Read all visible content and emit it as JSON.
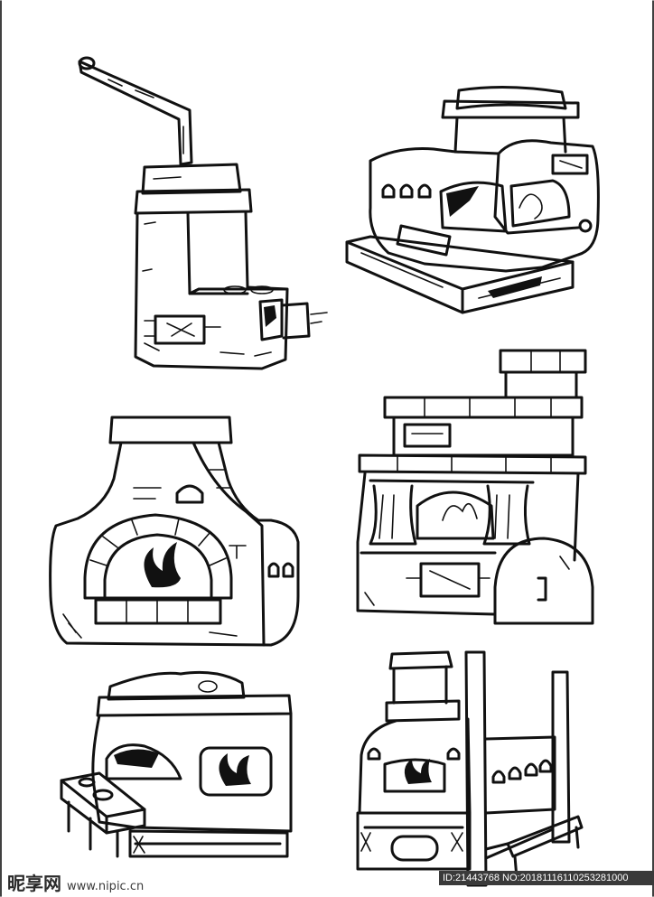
{
  "watermark": {
    "logo_text": "昵享网",
    "site_url": "www.nipic.cn",
    "id_text": "ID:21443768 NO:20181116110253281000"
  },
  "colors": {
    "ink": "#111111",
    "background": "#ffffff",
    "watermark_band": "#3a3a3a"
  },
  "illustration": {
    "subject": "six hand-drawn stoves / ovens",
    "items": [
      "stove-with-chimney-pipe",
      "stove-on-plinth",
      "arched-brick-oven",
      "curtained-tiled-stove",
      "low-stove-with-bench",
      "tall-stove-with-bench"
    ]
  }
}
